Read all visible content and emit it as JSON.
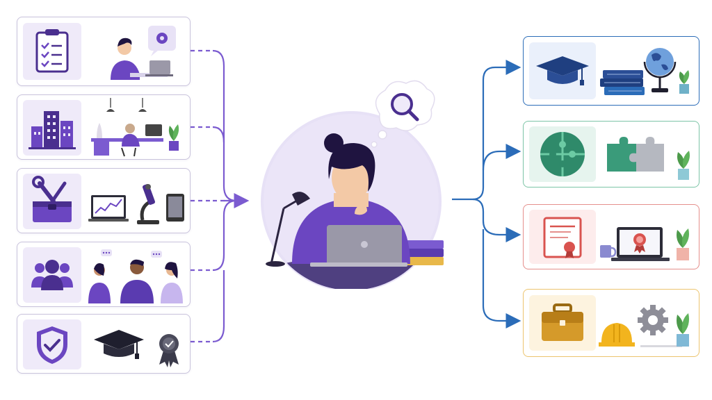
{
  "diagram": {
    "left_items": [
      {
        "icon": "clipboard-checklist-icon",
        "scene": "person-writing-at-laptop-with-gear-thought"
      },
      {
        "icon": "office-buildings-icon",
        "scene": "office-desk-worker"
      },
      {
        "icon": "toolbox-icon",
        "scene": "laptop-chart-microscope-tablet"
      },
      {
        "icon": "group-people-icon",
        "scene": "three-people-talking"
      },
      {
        "icon": "shield-check-icon",
        "scene": "graduation-cap-and-badge"
      }
    ],
    "center": {
      "figure": "person-thinking-at-laptop",
      "thought": "magnifier-icon"
    },
    "right_items": [
      {
        "icon": "graduation-cap-icon",
        "scene": "books-and-globe",
        "color": "#2f5fa8",
        "bg": "#eaf0fb"
      },
      {
        "icon": "puzzle-circle-icon",
        "scene": "puzzle-pieces",
        "color": "#3a9b7a",
        "bg": "#e6f4ee"
      },
      {
        "icon": "certificate-icon",
        "scene": "laptop-with-award",
        "color": "#d9534f",
        "bg": "#fdecec"
      },
      {
        "icon": "briefcase-icon",
        "scene": "hard-hat-and-gear",
        "color": "#d59a2a",
        "bg": "#fdf3df"
      }
    ],
    "colors": {
      "purple": "#6b46c1",
      "purple_light": "#efeaf9",
      "blue": "#2b6cb8",
      "green": "#3a9b7a",
      "red": "#d9534f",
      "gold": "#d59a2a"
    }
  }
}
